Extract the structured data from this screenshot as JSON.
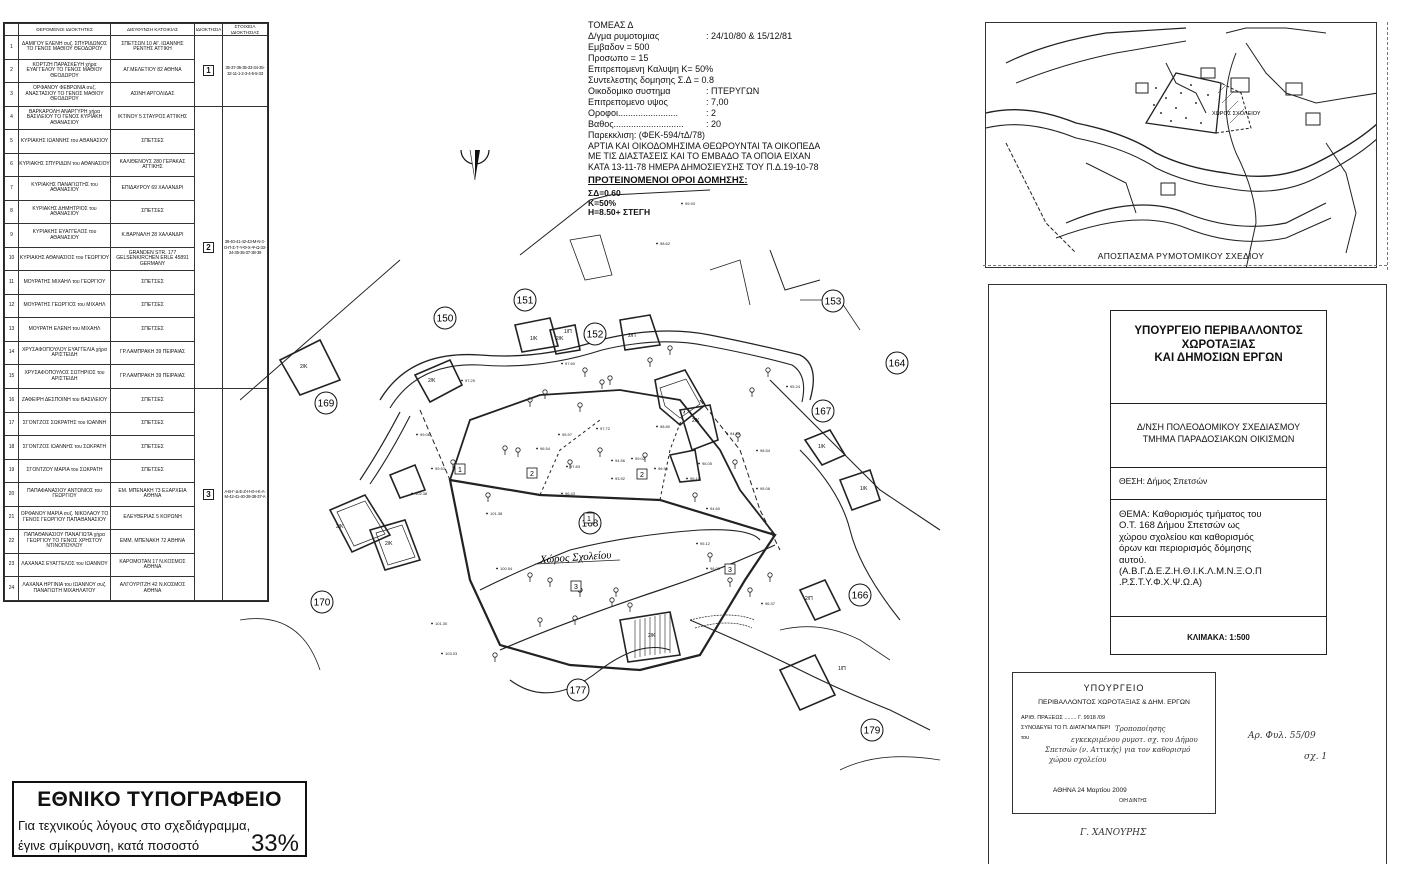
{
  "owners_table": {
    "headers": [
      "",
      "ΘΕΡΟΜΕΝΟΙ ΙΔΙΟΚΤΗΤΕΣ",
      "ΔΙΕΥΘΥΝΣΗ ΚΑΤΟΙΚΙΑΣ",
      "ΙΔΙΟΚΤΗΣΙΑ",
      "ΣΤΟΙΧΕΙΑ ΙΔΙΟΚΤΗΣΙΑΣ"
    ],
    "rows": [
      {
        "num": "1",
        "name": "ΔΑΜΙΓΟΥ ΕΛΕΝΗ συζ. ΣΠΥΡΙΔΩΝΟΣ ΤΟ ΓΕΝΟΣ ΜΑΘΙΟΥ ΘΕΟΔΩΡΟΥ",
        "address": "ΣΠΕΤΣΩΝ 10 ΑΓ. ΙΩΑΝΝΗΣ ΡΕΝΤΗΣ ΑΤΤΙΚΗ"
      },
      {
        "num": "2",
        "name": "ΚΟΡΤΖΗ ΠΑΡΑΣΚΕΥΗ χήρα ΕΥΑΓΓΕΛΟΥ ΤΟ ΓΕΝΟΣ ΜΑΘΙΟΥ ΘΕΟΔΩΡΟΥ",
        "address": "ΑΓ.ΜΕΛΕΤΙΟΥ 82 ΑΘΗΝΑ"
      },
      {
        "num": "3",
        "name": "ΟΡΦΑΝΟΥ ΦΕΒΡΩΝΙΑ συζ. ΑΝΑΣΤΑΣΙΟΥ ΤΟ ΓΕΝΟΣ ΜΑΘΙΟΥ ΘΕΟΔΩΡΟΥ",
        "address": "ΑΣΙΝΗ ΑΡΓΟΛΙΔΑΣ"
      },
      {
        "num": "4",
        "name": "ΒΑΡΚΑΡΟΛΗ ΑΝΑΡΓΥΡΗ χήρα ΒΑΣΙΛΕΙΟΥ ΤΟ ΓΕΝΟΣ ΚΥΡΙΑΚΗ ΑΘΑΝΑΣΙΟΥ",
        "address": "ΙΚΤΙΝΟΥ 5 ΣΤΑΥΡΟΣ ΑΤΤΙΚΗΣ"
      },
      {
        "num": "5",
        "name": "ΚΥΡΙΑΚΗΣ ΙΩΑΝΝΗΣ του ΑΘΑΝΑΣΙΟΥ",
        "address": "ΣΠΕΤΣΕΣ"
      },
      {
        "num": "6",
        "name": "ΚΥΡΙΑΚΗΣ ΣΠΥΡΙΔΩΝ του ΑΘΑΝΑΣΙΟΥ",
        "address": "ΚΑΛΙΘΕΝΟΥΣ 280 ΓΕΡΑΚΑΣ ΑΤΤΙΚΗΣ"
      },
      {
        "num": "7",
        "name": "ΚΥΡΙΑΚΗΣ ΠΑΝΑΓΙΩΤΗΣ του ΑΘΑΝΑΣΙΟΥ",
        "address": "ΕΠΙΔΑΥΡΟΥ 69 ΧΑΛΑΝΔΡΙ"
      },
      {
        "num": "8",
        "name": "ΚΥΡΙΑΚΗΣ ΔΗΜΗΤΡΙΟΣ του ΑΘΑΝΑΣΙΟΥ",
        "address": "ΣΠΕΤΣΕΣ"
      },
      {
        "num": "9",
        "name": "ΚΥΡΙΑΚΗΣ ΕΥΑΓΓΕΛΟΣ του ΑΘΑΝΑΣΙΟΥ",
        "address": "Κ.ΒΑΡΝΑΛΗ 28 ΧΑΛΑΝΔΡΙ"
      },
      {
        "num": "10",
        "name": "ΚΥΡΙΑΚΗΣ ΑΘΑΝΑΣΙΟΣ του ΓΕΩΡΓΙΟΥ",
        "address": "GRANDEN STR. 177 GELSENKIRCHEN ERLE 45891 GERMANY"
      },
      {
        "num": "11",
        "name": "ΜΟΥΡΑΤΗΣ ΜΙΧΑΗΛ του ΓΕΩΡΓΙΟΥ",
        "address": "ΣΠΕΤΣΕΣ"
      },
      {
        "num": "12",
        "name": "ΜΟΥΡΑΤΗΣ ΓΕΩΡΓΙΟΣ του ΜΙΧΑΗΛ",
        "address": "ΣΠΕΤΣΕΣ"
      },
      {
        "num": "13",
        "name": "ΜΟΥΡΑΤΗ ΕΛΕΝΗ του ΜΙΧΑΗΛ",
        "address": "ΣΠΕΤΣΕΣ"
      },
      {
        "num": "14",
        "name": "ΧΡΥΣΑΦΟΠΟΥΛΟΥ ΕΥΑΓΓΕΛΙΑ χήρα ΑΡΙΣΤΕΙΔΗ",
        "address": "ΓΡ.ΛΑΜΠΡΑΚΗ 39 ΠΕΙΡΑΙΑΣ"
      },
      {
        "num": "15",
        "name": "ΧΡΥΣΑΦΟΠΟΥΛΟΣ ΣΩΤΗΡΙΟΣ του ΑΡΙΣΤΕΙΔΗ",
        "address": "ΓΡ.ΛΑΜΠΡΑΚΗ 39 ΠΕΙΡΑΙΑΣ"
      },
      {
        "num": "16",
        "name": "ΖΑΦΕΙΡΗ ΔΕΣΠΟΙΝΗ του ΒΑΣΙΛΕΙΟΥ",
        "address": "ΣΠΕΤΣΕΣ"
      },
      {
        "num": "17",
        "name": "ΣΓΟΝΤΖΟΣ ΣΩΚΡΑΤΗΣ του ΙΩΑΝΝΗ",
        "address": "ΣΠΕΤΣΕΣ"
      },
      {
        "num": "18",
        "name": "ΣΓΟΝΤΖΟΣ ΙΩΑΝΝΗΣ του ΣΩΚΡΑΤΗ",
        "address": "ΣΠΕΤΣΕΣ"
      },
      {
        "num": "19",
        "name": "ΣΓΟΝΤΖΟΥ ΜΑΡΙΑ του ΣΩΚΡΑΤΗ",
        "address": "ΣΠΕΤΣΕΣ"
      },
      {
        "num": "20",
        "name": "ΠΑΠΑΦΑΝΑΣΙΟΥ ΑΝΤΩΝΙΟΣ του ΓΕΩΡΓΙΟΥ",
        "address": "ΕΜ. ΜΠΕΝΑΚΗ 73 ΕΞΑΡΧΕΙΑ ΑΘΗΝΑ"
      },
      {
        "num": "21",
        "name": "ΟΡΦΑΝΟΥ ΜΑΡΙΑ συζ. ΝΙΚΟΛΑΟΥ ΤΟ ΓΕΝΟΣ ΓΕΩΡΓΙΟΥ ΠΑΠΑΘΑΝΑΣΙΟΥ",
        "address": "ΕΛΕΥΘΕΡΙΑΣ 5 ΚΟΡΩΝΗ"
      },
      {
        "num": "22",
        "name": "ΠΑΠΑΘΑΝΑΣΙΟΥ ΠΑΝΑΓΙΩΤΑ χήρα ΓΕΩΡΓΙΟΥ ΤΟ ΓΕΝΟΣ ΧΡΗΣΤΟΥ ΝΤΙΝΟΠΟΥΛΟΥ",
        "address": "ΕΜΜ. ΜΠΕΝΑΚΗ 72 ΑΘΗΝΑ"
      },
      {
        "num": "23",
        "name": "ΛΑΧΑΝΑΣ ΕΥΑΓΓΕΛΟΣ του ΙΩΑΝΝΟΥ",
        "address": "ΚΑΡΟΜΟΤΑΝ 17 Ν.ΚΟΣΜΟΣ ΑΘΗΝΑ"
      },
      {
        "num": "24",
        "name": "ΛΑΧΑΝΑ ΗΡΓΙΝΙΑ του ΙΩΑΝΝΟΥ συζ. ΠΑΝΑΓΙΩΤΗ ΜΙΧΑΗΛΑΤΟΥ",
        "address": "ΑΛΓΟΥΡΙΤΖΗ 42 Ν.ΚΟΣΜΟΣ ΑΘΗΝΑ"
      }
    ],
    "groups": [
      {
        "label": "1",
        "cells": "35-37-36-35-33-34-35-32-11-1-2-3-4-5-5-33"
      },
      {
        "label": "2",
        "cells": "39-40-41-42-43-Μ-Ν-Ξ-Ο-Π-Σ-Τ-Υ-Φ-Χ-Ψ-Ω-33-34-35-36-37-38-39"
      },
      {
        "label": "3",
        "cells": "Α-Β-Γ-Δ-Ε-Ζ-Η-Θ-Ι-Κ-Λ-Μ-42-41-40-39-38-37-Α"
      }
    ]
  },
  "terms": {
    "sector": "ΤΟΜΕΑΣ Δ",
    "lines": [
      {
        "label": "Δ/γμα ρυμοτομιας",
        "value": ": 24/10/80 & 15/12/81"
      },
      {
        "label": "Εμβαδον = 500",
        "value": ""
      },
      {
        "label": "Προσωπο = 15",
        "value": ""
      },
      {
        "label": "Επιτρεπομενη Καλυψη Κ= 50%",
        "value": ""
      },
      {
        "label": "Συντελεστης δομησης Σ.Δ = 0.8",
        "value": ""
      },
      {
        "label": "Οικοδομικο συστημα",
        "value": ": ΠΤΕΡΥΓΩΝ"
      },
      {
        "label": "Επιτρεπομενο υψος",
        "value": ": 7,00"
      },
      {
        "label": "Οροφοι........................",
        "value": ": 2"
      },
      {
        "label": "Βαθος............................",
        "value": ": 20"
      }
    ],
    "exception": "Παρεκκλιση: (ΦΕΚ-594/τΔ/78)",
    "note_lines": [
      "ΑΡΤΙΑ ΚΑΙ ΟΙΚΟΔΟΜΗΣΙΜΑ ΘΕΩΡΟΥΝΤΑΙ ΤΑ ΟΙΚΟΠΕΔΑ",
      "ΜΕ ΤΙΣ ΔΙΑΣΤΑΣΕΙΣ ΚΑΙ ΤΟ ΕΜΒΑΔΟ ΤΑ ΟΠΟΙΑ ΕΙΧΑΝ",
      "ΚΑΤΑ 13-11-78 ΗΜΕΡΑ ΔΗΜΟΣΙΕΥΣΗΣ ΤΟΥ Π.Δ.19-10-78"
    ],
    "proposed_title": "ΠΡΟΤΕΙΝΟΜΕΝΟΙ ΟΡΟΙ ΔΟΜΗΣΗΣ:",
    "proposed_values": [
      "ΣΔ=0.60",
      "Κ=50%",
      "Η=8.50+ ΣΤΕΓΗ"
    ]
  },
  "map": {
    "lots": [
      "150",
      "151",
      "152",
      "153",
      "164",
      "167",
      "168",
      "169",
      "170",
      "177",
      "166",
      "179"
    ],
    "school_label": "Χώρος Σχολείου",
    "block_numbers": [
      "1",
      "2",
      "3",
      "1",
      "2",
      "3"
    ],
    "elevations": [
      "99.93",
      "98.62",
      "97.60",
      "97.25",
      "96.54",
      "95.97",
      "98.80",
      "99.06",
      "97.83",
      "96.43",
      "94.56",
      "93.92",
      "99.02",
      "96.94",
      "97.72",
      "96.05",
      "94.35",
      "95.24",
      "98.54",
      "101.38",
      "100.54",
      "99.53",
      "102.38",
      "101.30",
      "103.03",
      "96.10",
      "95.08",
      "94.60",
      "95.12",
      "96.09",
      "96.37"
    ],
    "building_codes": [
      "2/Κ",
      "1/Π",
      "2/Κ",
      "2/Π",
      "1/Κ",
      "2/Κ",
      "2/Κ",
      "2/Κ",
      "1/Κ",
      "1/Κ",
      "2/Π",
      "1/Π",
      "2/Κ",
      "2/Κ"
    ]
  },
  "inset": {
    "caption": "ΑΠΟΣΠΑΣΜΑ ΡΥΜΟΤΟΜΙΚΟΥ ΣΧΕΔΙΟΥ",
    "label": "ΧΩΡΟΣ ΣΧΟΛΕΙΟΥ"
  },
  "title_block": {
    "ministry_lines": [
      "ΥΠΟΥΡΓΕΙΟ ΠΕΡΙΒΑΛΛΟΝΤΟΣ",
      "ΧΩΡΟΤΑΞΙΑΣ",
      "ΚΑΙ ΔΗΜΟΣΙΩΝ ΕΡΓΩΝ"
    ],
    "direction_lines": [
      "Δ/ΝΣΗ ΠΟΛΕΟΔΟΜΙΚΟΥ ΣΧΕΔΙΑΣΜΟΥ",
      "ΤΜΗΜΑ ΠΑΡΑΔΟΣΙΑΚΩΝ ΟΙΚΙΣΜΩΝ"
    ],
    "place": "ΘΕΣΗ: Δήμος Σπετσών",
    "subject_lines": [
      "ΘΕΜΑ: Καθορισμός τμήματος του",
      "Ο.Τ. 168 Δήμου Σπετσών ως",
      "χώρου σχολείου και καθορισμός",
      "όρων και περιορισμός δόμησης",
      "αυτού.",
      "(Α.Β.Γ.Δ.Ε.Ζ.Η.Θ.Ι.Κ.Λ.Μ.Ν.Ξ.Ο.Π",
      ".Ρ.Σ.Τ.Υ.Φ.Χ.Ψ.Ω.Α)"
    ],
    "scale": "ΚΛΙΜΑΚΑ: 1:500"
  },
  "stamp": {
    "title": "ΥΠΟΥΡΓΕΙΟ",
    "subtitle": "ΠΕΡΙΒΑΛΛΟΝΤΟΣ ΧΩΡΟΤΑΞΙΑΣ & ΔΗΜ. ΕΡΓΩΝ",
    "line1": "ΑΡΙΘ. ΠΡΑΞΕΩΣ ........ Γ. 9918 /09",
    "line2": "ΣΥΝΟΔΕΥΕΙ ΤΟ Π. ΔΙΑΤΑΓΜΑ ΠΕΡΙ",
    "line3": "του",
    "handwritten": [
      "Τροποποίησης",
      "εγκεκριμένου ρυμοτ. σχ. του Δήμου",
      "Σπετσών (ν. Αττικής) για τον καθορισμό",
      "χώρου σχολείου"
    ],
    "date_line": "ΑΘΗΝΑ  24 Μαρτίου  2009",
    "role": "Ο/Η ΔΙΝΤΗΣ"
  },
  "annotations": {
    "archive_no": "Αρ. Φυλ. 55/09",
    "sheet_no": "σχ. 1",
    "signature": "Γ. ΧΑΝΟΥΡΗΣ"
  },
  "printing_office": {
    "title": "ΕΘΝΙΚΟ ΤΥΠΟΓΡΑΦΕΙΟ",
    "note_line1": "Για τεχνικούς λόγους στο σχεδιάγραμμα,",
    "note_line2": "έγινε σμίκρυνση, κατά ποσοστό",
    "percent": "33%"
  }
}
